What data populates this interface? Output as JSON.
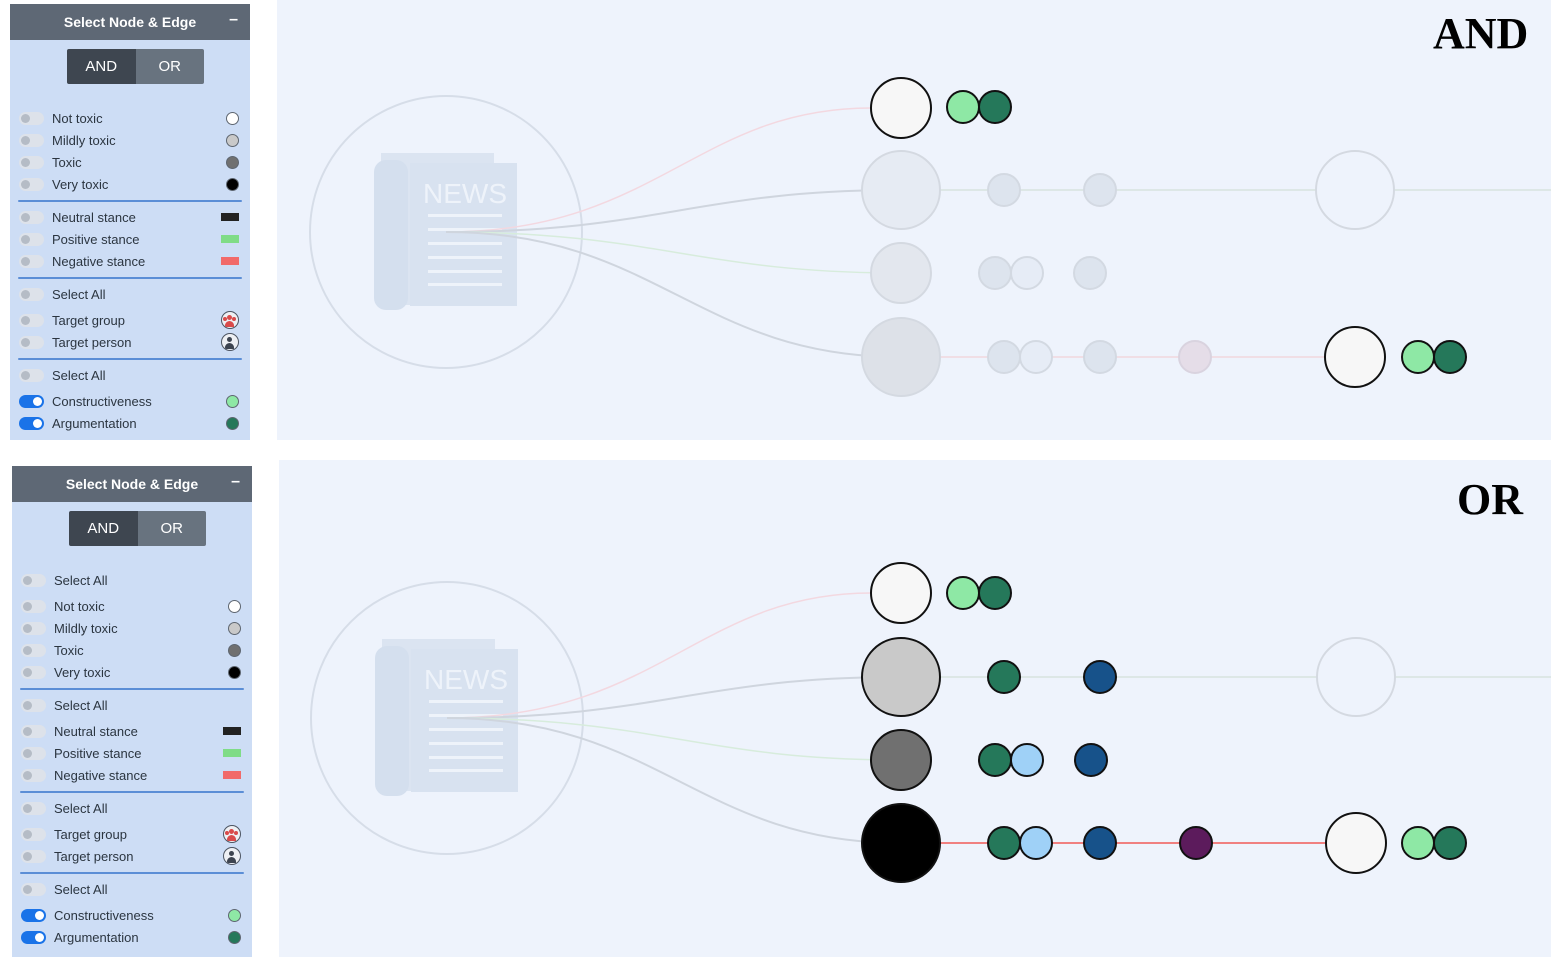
{
  "header": {
    "title": "Select Node & Edge",
    "collapse_glyph": "–"
  },
  "logic": {
    "and_label": "AND",
    "or_label": "OR"
  },
  "labels": {
    "select_all": "Select All"
  },
  "toxicity": [
    {
      "label": "Not toxic",
      "color": "#ffffff"
    },
    {
      "label": "Mildly toxic",
      "color": "#c9c9c9"
    },
    {
      "label": "Toxic",
      "color": "#707070"
    },
    {
      "label": "Very toxic",
      "color": "#000000"
    }
  ],
  "stance": [
    {
      "label": "Neutral stance",
      "color": "#222222"
    },
    {
      "label": "Positive stance",
      "color": "#7fdc87"
    },
    {
      "label": "Negative stance",
      "color": "#f16a6a"
    }
  ],
  "target": [
    {
      "label": "Target group",
      "icon": "group-icon"
    },
    {
      "label": "Target person",
      "icon": "person-icon"
    }
  ],
  "quality": [
    {
      "label": "Constructiveness",
      "color": "#8ee8a5",
      "enabled": true
    },
    {
      "label": "Argumentation",
      "color": "#25785a",
      "enabled": true
    }
  ],
  "panels": [
    {
      "mode": "AND",
      "active": "AND"
    },
    {
      "mode": "OR",
      "active": "AND"
    }
  ],
  "news_label": "NEWS",
  "colors": {
    "sidebar_bg": "#cdddf5",
    "header_bg": "#5e6875",
    "canvas_bg": "#eef3fc",
    "toggle_on": "#1a73e8",
    "divider": "#5b8ed6",
    "constructiveness": "#8ee8a5",
    "argumentation": "#25785a",
    "target_person": "#9fd1f7",
    "target_group": "#17528a",
    "dark_violet": "#5c1b5c",
    "negative_edge": "#f08080"
  }
}
